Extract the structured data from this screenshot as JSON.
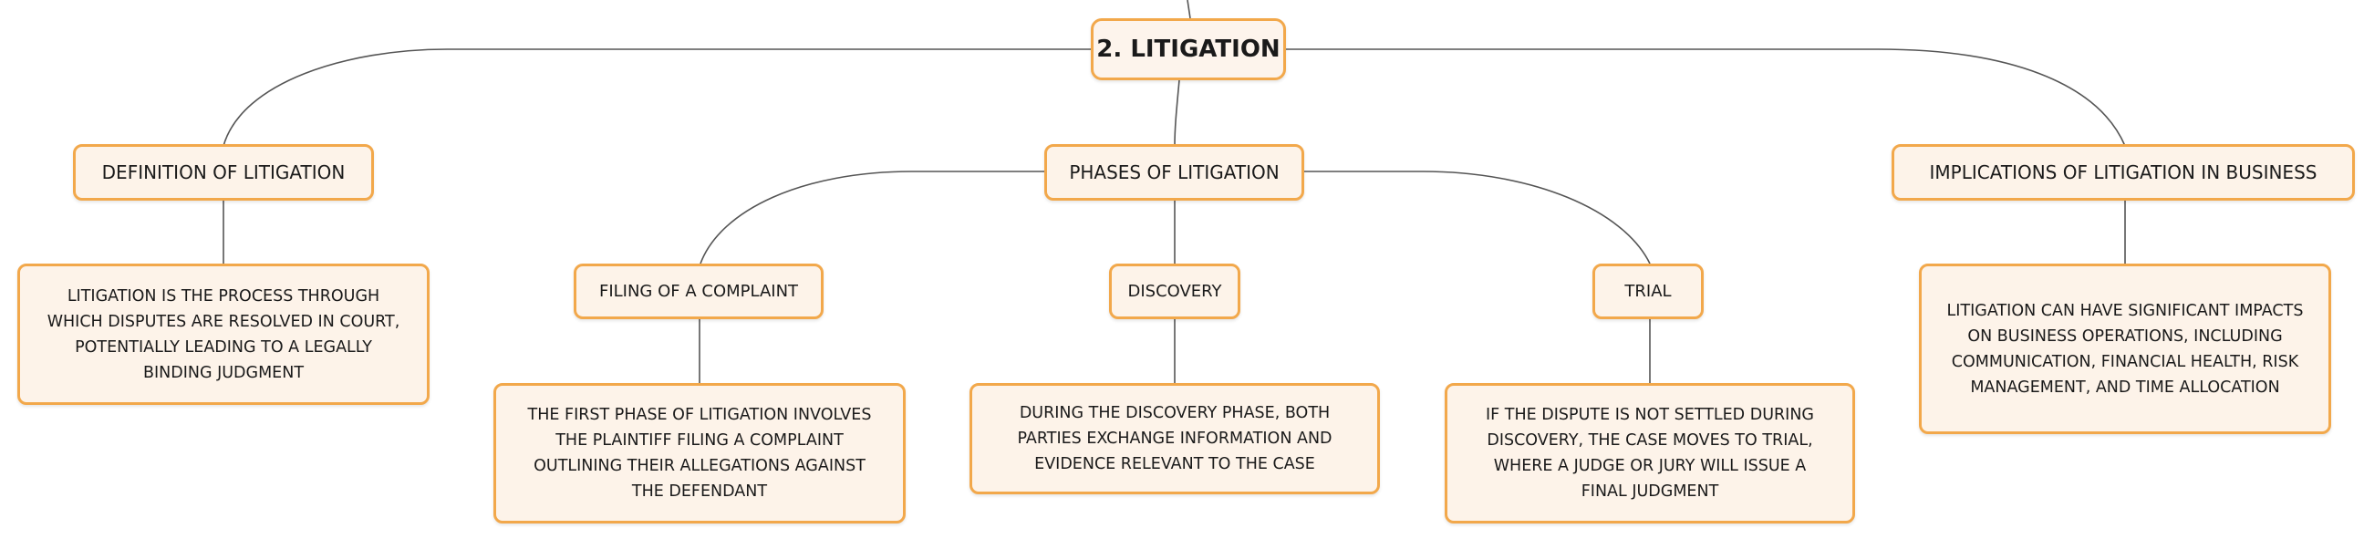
{
  "root": {
    "label": "2. LITIGATION"
  },
  "topics": {
    "definition": {
      "label": "DEFINITION OF LITIGATION",
      "text": "LITIGATION IS THE PROCESS THROUGH WHICH DISPUTES ARE RESOLVED IN COURT, POTENTIALLY LEADING TO A LEGALLY BINDING JUDGMENT"
    },
    "phases": {
      "label": "PHASES OF LITIGATION",
      "complaint": {
        "label": "FILING OF A COMPLAINT",
        "text": "THE FIRST PHASE OF LITIGATION INVOLVES THE PLAINTIFF FILING A COMPLAINT OUTLINING THEIR ALLEGATIONS AGAINST THE DEFENDANT"
      },
      "discovery": {
        "label": "DISCOVERY",
        "text": "DURING THE DISCOVERY PHASE, BOTH PARTIES EXCHANGE INFORMATION AND EVIDENCE RELEVANT TO THE CASE"
      },
      "trial": {
        "label": "TRIAL",
        "text": "IF THE DISPUTE IS NOT SETTLED DURING DISCOVERY, THE CASE MOVES TO TRIAL, WHERE A JUDGE OR JURY WILL ISSUE A FINAL JUDGMENT"
      }
    },
    "implications": {
      "label": "IMPLICATIONS OF LITIGATION IN BUSINESS",
      "text": "LITIGATION CAN HAVE SIGNIFICANT IMPACTS ON BUSINESS OPERATIONS, INCLUDING COMMUNICATION, FINANCIAL HEALTH, RISK MANAGEMENT, AND TIME ALLOCATION"
    }
  },
  "colors": {
    "node_border": "#f2a84b",
    "node_fill": "#fdf3e9",
    "connector": "#555555"
  }
}
